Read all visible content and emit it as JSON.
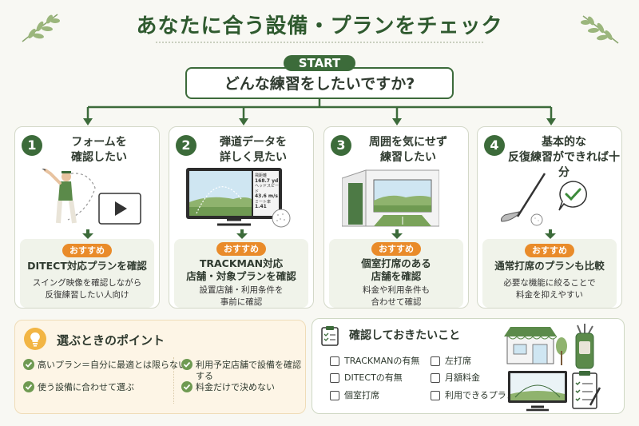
{
  "title": "あなたに合う設備・プランをチェック",
  "start_label": "START",
  "question": "どんな練習をしたいですか?",
  "options": [
    {
      "number": "1",
      "title_lines": [
        "フォームを",
        "確認したい"
      ],
      "badge": "おすすめ",
      "recommend_lines": [
        "DITECT対応プランを確認"
      ],
      "desc_lines": [
        "スイング映像を確認しながら",
        "反復練習したい人向け"
      ]
    },
    {
      "number": "2",
      "title_lines": [
        "弾道データを",
        "詳しく見たい"
      ],
      "badge": "おすすめ",
      "recommend_lines": [
        "TRACKMAN対応",
        "店舗・対象プランを確認"
      ],
      "desc_lines": [
        "設置店舗・利用条件を",
        "事前に確認"
      ]
    },
    {
      "number": "3",
      "title_lines": [
        "周囲を気にせず",
        "練習したい"
      ],
      "badge": "おすすめ",
      "recommend_lines": [
        "個室打席のある",
        "店舗を確認"
      ],
      "desc_lines": [
        "料金や利用条件も",
        "合わせて確認"
      ]
    },
    {
      "number": "4",
      "title_lines": [
        "基本的な",
        "反復練習ができれば十分"
      ],
      "badge": "おすすめ",
      "recommend_lines": [
        "通常打席のプランも比較"
      ],
      "desc_lines": [
        "必要な機能に絞ることで",
        "料金を抑えやすい"
      ]
    }
  ],
  "monitor_stats": [
    {
      "label": "飛距離",
      "value": "168.7 yd"
    },
    {
      "label": "ヘッドスピード",
      "value": "43.6 m/s"
    },
    {
      "label": "ミート率",
      "value": "1.41"
    }
  ],
  "points": {
    "title": "選ぶときのポイント",
    "items": [
      "高いプラン＝自分に最適とは限らない",
      "使う設備に合わせて選ぶ",
      "利用予定店舗で設備を確認する",
      "料金だけで決めない"
    ]
  },
  "checklist": {
    "title": "確認しておきたいこと",
    "items": [
      "TRACKMANの有無",
      "DITECTの有無",
      "個室打席",
      "左打席",
      "月額料金",
      "利用できるプラン"
    ]
  },
  "colors": {
    "primary_green": "#3c6b3a",
    "accent_orange": "#e98b2a",
    "points_bg": "#fdf5e6",
    "card_border": "#d3d8c8"
  },
  "icons": [
    "leaf-sprig-icon",
    "golfer-icon",
    "play-video-icon",
    "trackman-monitor-icon",
    "golf-ball-icon",
    "private-booth-icon",
    "golf-club-icon",
    "check-bubble-icon",
    "lightbulb-icon",
    "check-circle-icon",
    "clipboard-icon",
    "shop-icon",
    "golf-bag-icon"
  ]
}
